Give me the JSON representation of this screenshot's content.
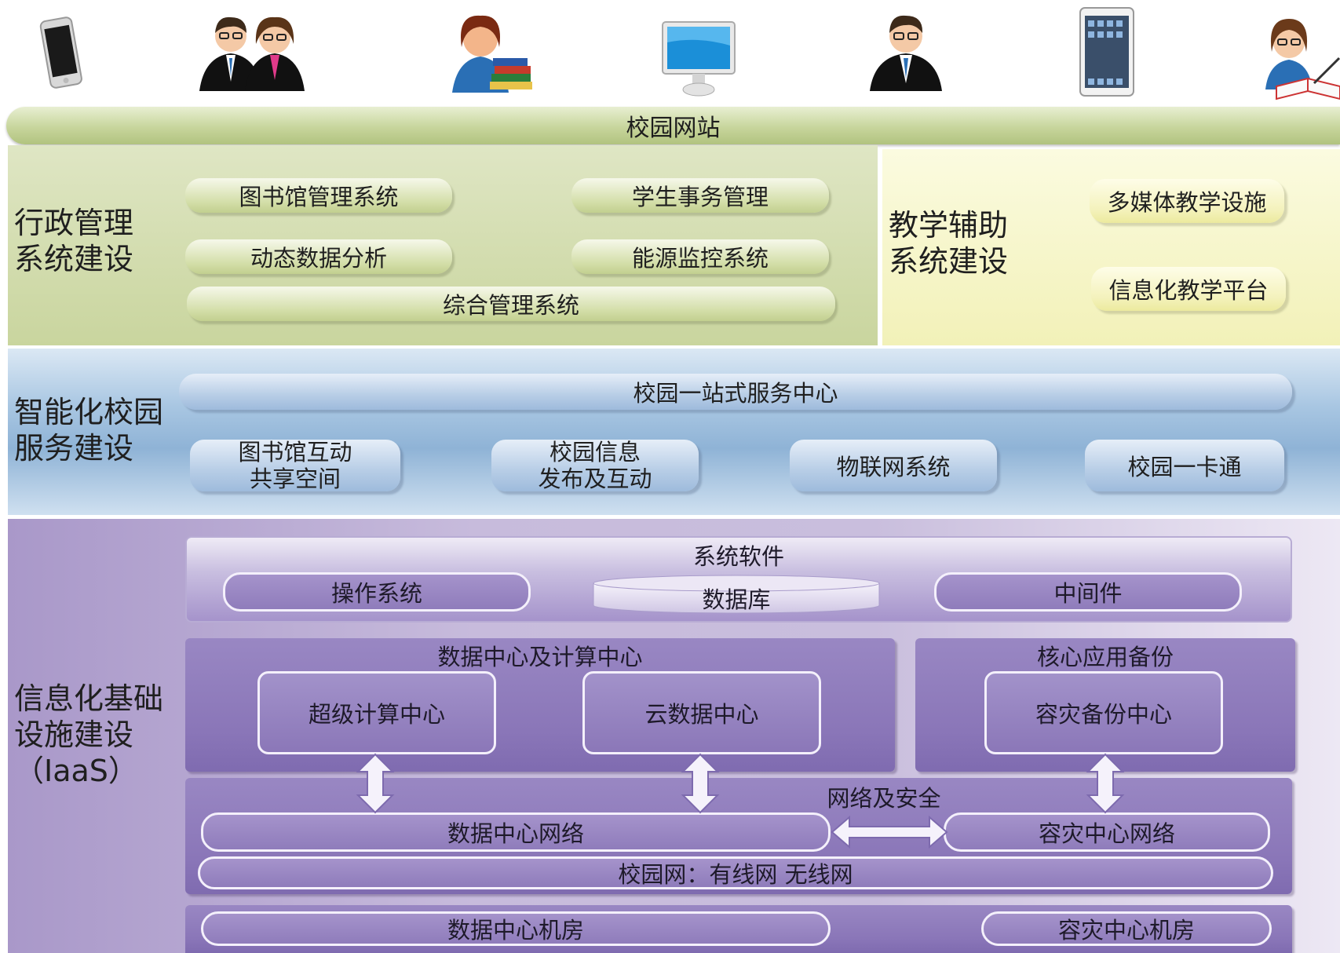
{
  "banner": {
    "label": "校园网站"
  },
  "admin": {
    "title_line1": "行政管理",
    "title_line2": "系统建设",
    "items": [
      "图书馆管理系统",
      "学生事务管理",
      "动态数据分析",
      "能源监控系统",
      "综合管理系统"
    ]
  },
  "teaching": {
    "title_line1": "教学辅助",
    "title_line2": "系统建设",
    "items": [
      "多媒体教学设施",
      "信息化教学平台"
    ]
  },
  "service": {
    "title_line1": "智能化校园",
    "title_line2": "服务建设",
    "center": "校园一站式服务中心",
    "items": [
      {
        "line1": "图书馆互动",
        "line2": "共享空间"
      },
      {
        "line1": "校园信息",
        "line2": "发布及互动"
      },
      {
        "line1": "物联网系统",
        "line2": ""
      },
      {
        "line1": "校园一卡通",
        "line2": ""
      }
    ]
  },
  "infra": {
    "title_line1": "信息化基础",
    "title_line2": "设施建设",
    "title_line3": "（IaaS）",
    "system_software": {
      "title": "系统软件",
      "items": [
        "操作系统",
        "数据库",
        "中间件"
      ]
    },
    "datacenter": {
      "title": "数据中心及计算中心",
      "items": [
        "超级计算中心",
        "云数据中心"
      ]
    },
    "core_backup": {
      "title": "核心应用备份",
      "items": [
        "容灾备份中心"
      ]
    },
    "network": {
      "title": "网络及安全",
      "dc_network": "数据中心网络",
      "dr_network": "容灾中心网络",
      "campus": "校园网：有线网 无线网"
    },
    "rooms": {
      "dc_room": "数据中心机房",
      "dr_room": "容灾中心机房"
    }
  },
  "colors": {
    "green": "#c9d59e",
    "yellow": "#f2f1b8",
    "blue": "#a8c6e2",
    "purple": "#8a76b8"
  },
  "icons": [
    "smartphone-icon",
    "two-users-icon",
    "student-with-books-icon",
    "desktop-monitor-icon",
    "user-icon",
    "tablet-icon",
    "teacher-writing-icon"
  ]
}
